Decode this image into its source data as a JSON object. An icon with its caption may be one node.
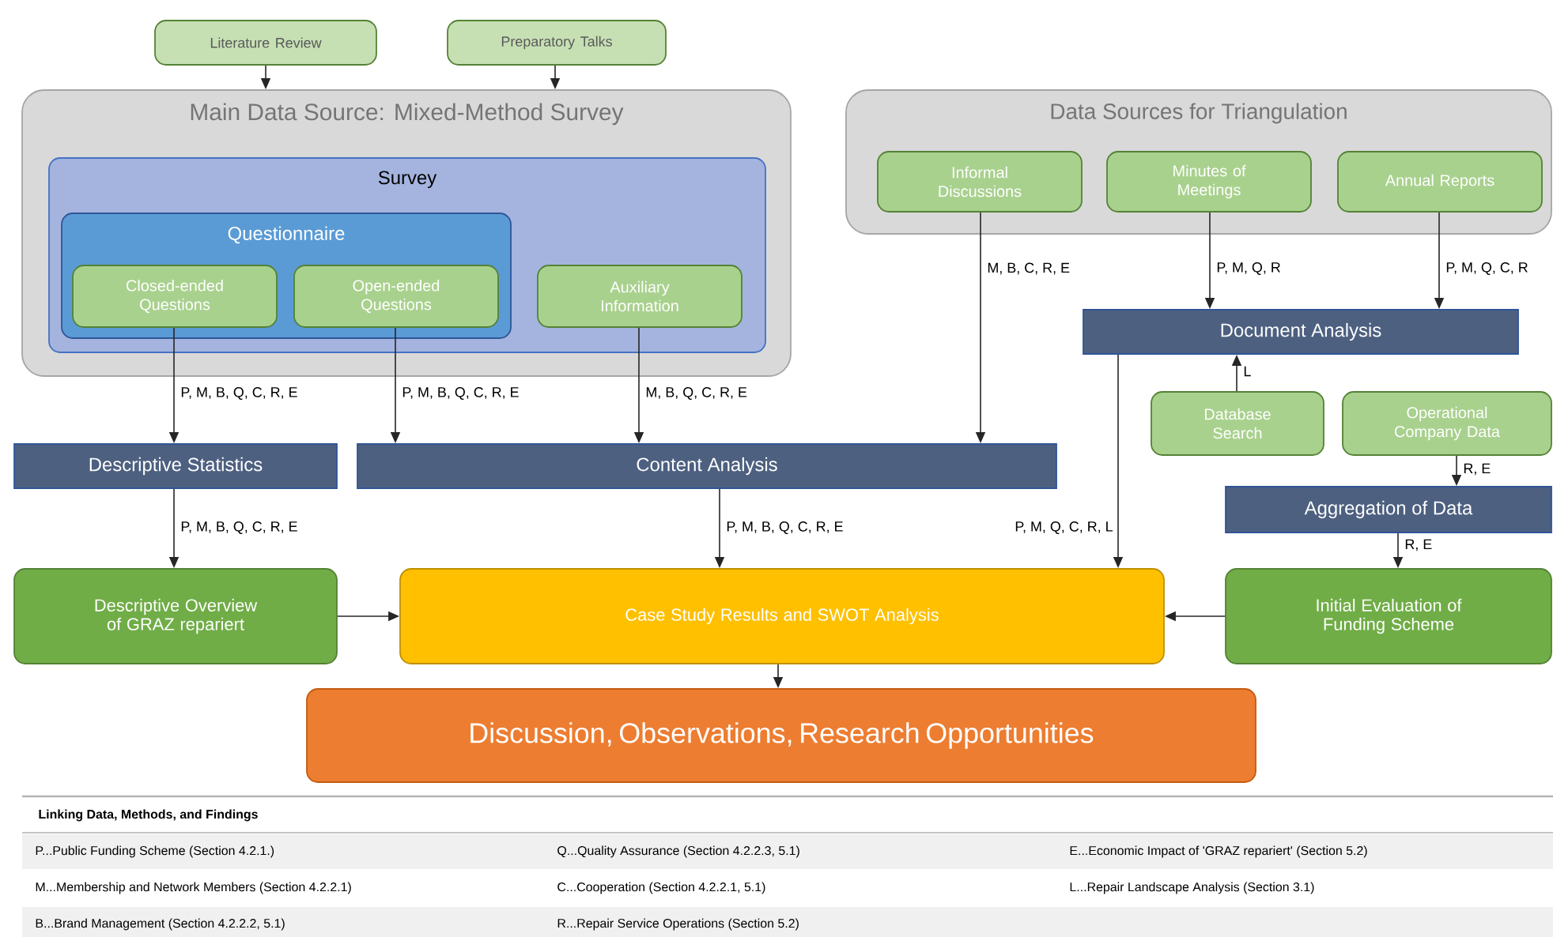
{
  "diagram": {
    "nodes": [
      {
        "text": [
          "Literature Review"
        ]
      },
      {
        "text": [
          "Preparatory Talks"
        ]
      },
      {
        "text": [
          "Main Data Source: Mixed-Method Survey"
        ]
      },
      {
        "text": [
          "Survey"
        ],
        "in": 2
      },
      {
        "text": [
          "Questionnaire"
        ],
        "in": 3
      },
      {
        "text": [
          "Closed-ended Questions"
        ],
        "in": 4
      },
      {
        "text": [
          "Open-ended Questions"
        ],
        "in": 4
      },
      {
        "text": [
          "Auxiliary Information"
        ],
        "in": 3
      },
      {
        "text": [
          "Data Sources for Triangulation"
        ]
      },
      {
        "text": [
          "Informal Discussions"
        ],
        "in": 8
      },
      {
        "text": [
          "Minutes of Meetings"
        ],
        "in": 8
      },
      {
        "text": [
          "Annual Reports"
        ],
        "in": 8
      },
      {
        "text": [
          "Document Analysis"
        ]
      },
      {
        "text": [
          "Database Search"
        ]
      },
      {
        "text": [
          "Operational Company Data"
        ]
      },
      {
        "text": [
          "Descriptive Statistics"
        ]
      },
      {
        "text": [
          "Content Analysis"
        ]
      },
      {
        "text": [
          "Aggregation of Data"
        ]
      },
      {
        "text": [
          "Descriptive Overview of GRAZ repariert"
        ]
      },
      {
        "text": [
          "Case Study Results and SWOT Analysis"
        ]
      },
      {
        "text": [
          "Initial Evaluation of Funding Scheme"
        ]
      },
      {
        "text": [
          "Discussion, Observations, Research Opportunities"
        ]
      }
    ],
    "edges": [
      {
        "from": 0,
        "to": 2,
        "arrow": "to"
      },
      {
        "from": 1,
        "to": 2,
        "arrow": "to"
      },
      {
        "from": 5,
        "to": 15,
        "arrow": "to",
        "label": "P, M, B, Q, C, R, E"
      },
      {
        "from": 6,
        "to": 16,
        "arrow": "to",
        "label": "P, M, B, Q, C, R, E"
      },
      {
        "from": 7,
        "to": 16,
        "arrow": "to",
        "label": "M, B, Q, C, R, E"
      },
      {
        "from": 9,
        "to": 16,
        "arrow": "to",
        "label": "M, B, C, R, E"
      },
      {
        "from": 10,
        "to": 12,
        "arrow": "to",
        "label": "P, M, Q, R"
      },
      {
        "from": 11,
        "to": 12,
        "arrow": "to",
        "label": "P, M, Q, C, R"
      },
      {
        "from": 13,
        "to": 12,
        "arrow": "to",
        "label": "L"
      },
      {
        "from": 14,
        "to": 17,
        "arrow": "to",
        "label": "R, E"
      },
      {
        "from": 12,
        "to": 19,
        "arrow": "to",
        "label": "P, M, Q, C, R, L"
      },
      {
        "from": 15,
        "to": 18,
        "arrow": "to",
        "label": "P, M, B, Q, C, R, E"
      },
      {
        "from": 16,
        "to": 19,
        "arrow": "to",
        "label": "P, M, B, Q, C, R, E"
      },
      {
        "from": 17,
        "to": 20,
        "arrow": "to",
        "label": "R, E"
      },
      {
        "from": 18,
        "to": 19,
        "arrow": "to"
      },
      {
        "from": 20,
        "to": 19,
        "arrow": "to"
      },
      {
        "from": 19,
        "to": 21,
        "arrow": "to"
      }
    ],
    "labels": [
      "Linking Data, Methods, and Findings",
      "P...Public Funding Scheme (Section 4.2.1.)",
      "Q...Quality Assurance (Section 4.2.2.3, 5.1)",
      "E...Economic Impact of 'GRAZ repariert' (Section 5.2)",
      "M...Membership and Network Members (Section 4.2.2.1)",
      "C...Cooperation (Section 4.2.2.1, 5.1)",
      "L...Repair Landscape Analysis (Section 3.1)",
      "B...Brand Management (Section 4.2.2.2, 5.1)",
      "R...Repair Service Operations (Section 5.2)"
    ]
  }
}
